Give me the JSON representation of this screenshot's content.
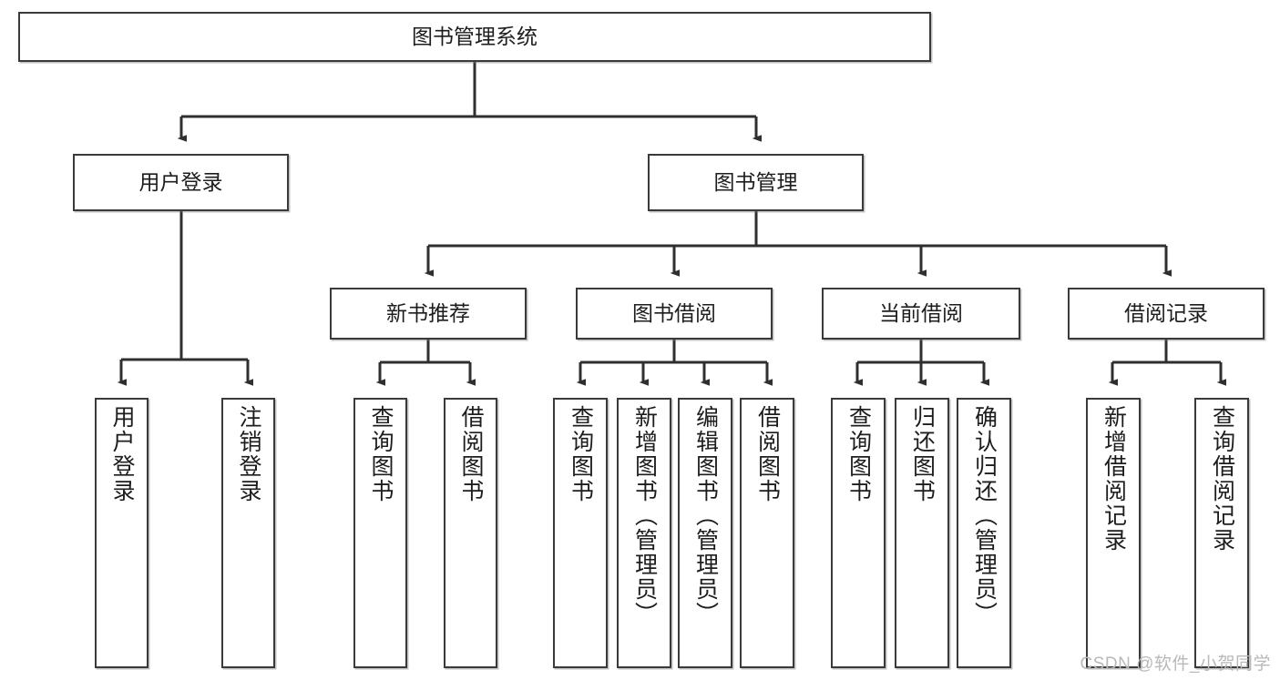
{
  "diagram": {
    "title": "图书管理系统",
    "type": "tree-hierarchy-diagram",
    "root": {
      "id": "root",
      "label": "图书管理系统"
    },
    "level2": [
      {
        "id": "user-login",
        "label": "用户登录"
      },
      {
        "id": "book-manage",
        "label": "图书管理"
      }
    ],
    "level3": [
      {
        "id": "new-book-rec",
        "label": "新书推荐"
      },
      {
        "id": "book-borrow",
        "label": "图书借阅"
      },
      {
        "id": "current-borrow",
        "label": "当前借阅"
      },
      {
        "id": "borrow-record",
        "label": "借阅记录"
      }
    ],
    "leaves": [
      {
        "id": "leaf-user-login",
        "label": "用户登录"
      },
      {
        "id": "leaf-user-logout",
        "label": "注销登录"
      },
      {
        "id": "leaf-rec-query-book",
        "label": "查询图书"
      },
      {
        "id": "leaf-rec-borrow-book",
        "label": "借阅图书"
      },
      {
        "id": "leaf-borrow-query-book",
        "label": "查询图书"
      },
      {
        "id": "leaf-add-book-admin",
        "label": "新增图书（管理员）"
      },
      {
        "id": "leaf-edit-book-admin",
        "label": "编辑图书（管理员）"
      },
      {
        "id": "leaf-borrow-book",
        "label": "借阅图书"
      },
      {
        "id": "leaf-cur-query-book",
        "label": "查询图书"
      },
      {
        "id": "leaf-return-book",
        "label": "归还图书"
      },
      {
        "id": "leaf-confirm-return-admin",
        "label": "确认归还（管理员）"
      },
      {
        "id": "leaf-add-borrow-record",
        "label": "新增借阅记录"
      },
      {
        "id": "leaf-query-borrow-record",
        "label": "查询借阅记录"
      }
    ]
  },
  "watermark": {
    "text": "CSDN @软件_小贺同学"
  },
  "colors": {
    "border": "#3a3a3a",
    "text": "#1d1d1d",
    "background": "#ffffff",
    "watermark": "#b9b9b9"
  }
}
